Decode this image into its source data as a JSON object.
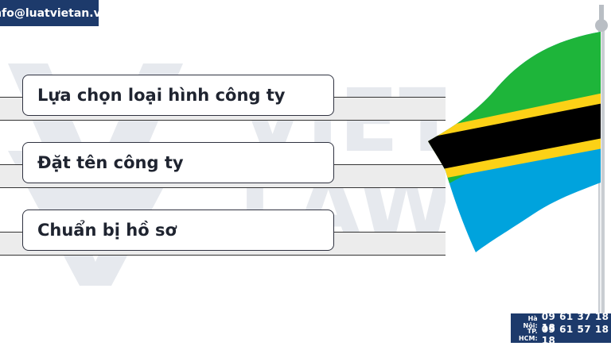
{
  "header": {
    "email": "info@luatvietan.vn"
  },
  "steps": [
    {
      "label": "Lựa chọn loại hình công ty"
    },
    {
      "label": "Đặt tên công ty"
    },
    {
      "label": "Chuẩn bị hồ sơ"
    }
  ],
  "watermark": {
    "line1": "VIET",
    "line2": "LAW"
  },
  "contact": {
    "rows": [
      {
        "city": "Hà Nội:",
        "phone": "09 61 37 18 18"
      },
      {
        "city": "TP. HCM:",
        "phone": "09 61 57 18 18"
      }
    ]
  },
  "colors": {
    "brand": "#1d3a6b",
    "flag_green": "#1eb53a",
    "flag_blue": "#00a3dd",
    "flag_yellow": "#fcd116",
    "flag_black": "#000000"
  }
}
